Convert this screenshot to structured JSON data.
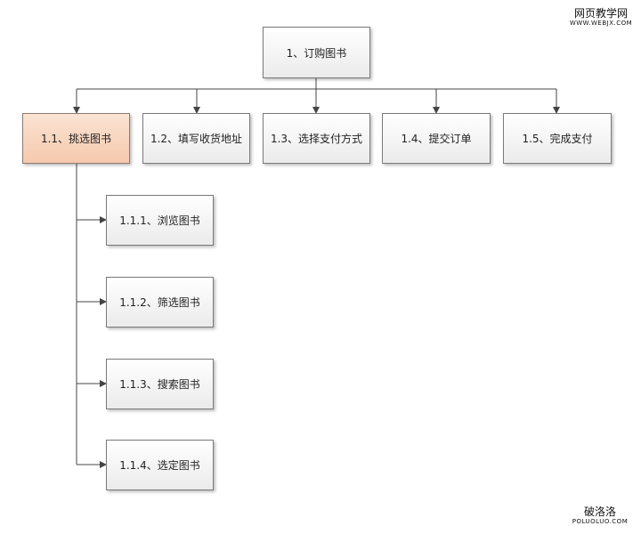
{
  "root": {
    "label": "1、订购图书"
  },
  "level1": [
    {
      "label": "1.1、挑选图书",
      "highlighted": true
    },
    {
      "label": "1.2、填写收货地址",
      "highlighted": false
    },
    {
      "label": "1.3、选择支付方式",
      "highlighted": false
    },
    {
      "label": "1.4、提交订单",
      "highlighted": false
    },
    {
      "label": "1.5、完成支付",
      "highlighted": false
    }
  ],
  "level2": [
    {
      "label": "1.1.1、浏览图书"
    },
    {
      "label": "1.1.2、筛选图书"
    },
    {
      "label": "1.1.3、搜索图书"
    },
    {
      "label": "1.1.4、选定图书"
    }
  ],
  "watermarks": {
    "top_cn": "网页教学网",
    "top_en": "WWW.WEBJX.COM",
    "bottom_cn": "破洛洛",
    "bottom_en": "POLUOLUO.COM"
  },
  "colors": {
    "line": "#444444",
    "highlight_fill": "#f9d9c4"
  }
}
